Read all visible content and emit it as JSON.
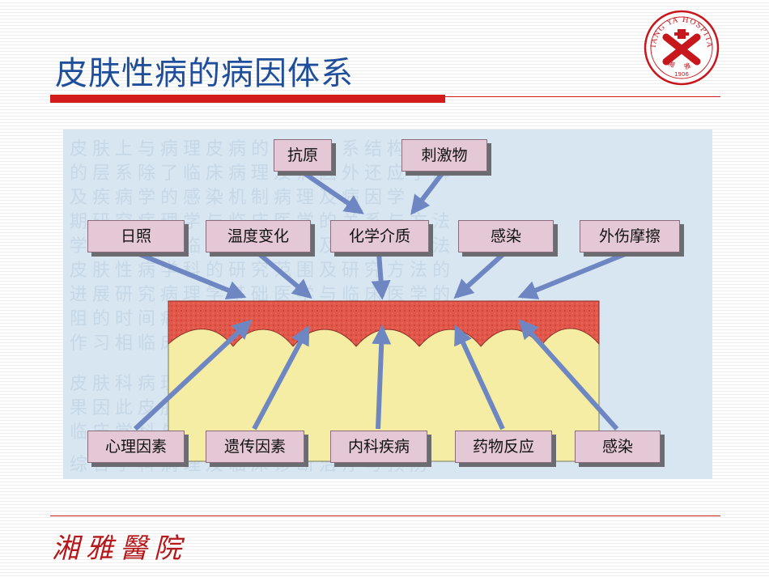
{
  "slide": {
    "title": "皮肤性病的病因体系",
    "brand": "湘雅醫院",
    "logo": {
      "text_top": "XIANG YA HOSPITAL",
      "text_bottom": "湘 雅",
      "year": "1906"
    }
  },
  "diagram": {
    "top_causes": [
      "抗原",
      "刺激物"
    ],
    "external_causes": [
      "日照",
      "温度变化",
      "化学介质",
      "感染",
      "外伤摩擦"
    ],
    "internal_causes": [
      "心理因素",
      "遗传因素",
      "内科疾病",
      "药物反应",
      "感染"
    ]
  },
  "colors": {
    "title": "#1f4f9a",
    "accent_red": "#d21b1b",
    "box_fill": "#e4c8d6",
    "arrow": "#6e86c2",
    "epidermis": "#e2574a",
    "dermis": "#f4eda3"
  }
}
